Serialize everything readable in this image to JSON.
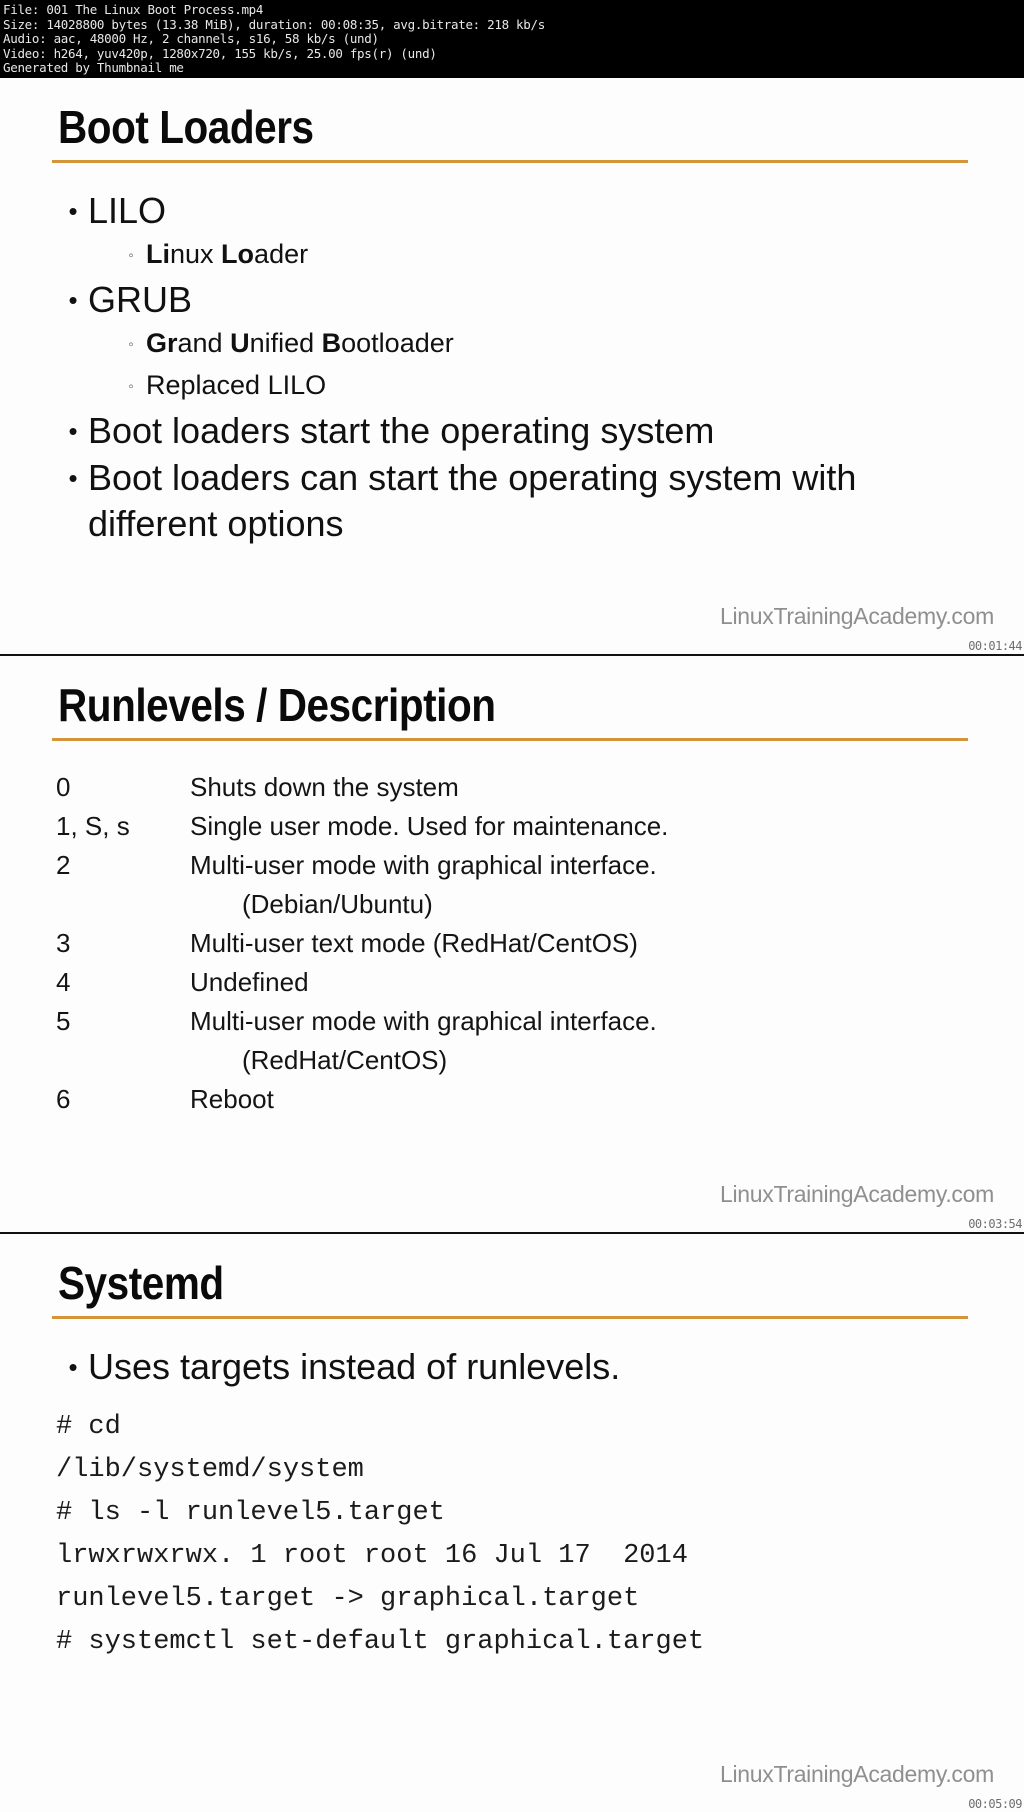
{
  "video_meta": {
    "file_line": "File: 001 The Linux Boot Process.mp4",
    "size_line": "Size: 14028800 bytes (13.38 MiB), duration: 00:08:35, avg.bitrate: 218 kb/s",
    "audio_line": "Audio: aac, 48000 Hz, 2 channels, s16, 58 kb/s (und)",
    "video_line": "Video: h264, yuv420p, 1280x720, 155 kb/s, 25.00 fps(r) (und)",
    "generator_line": "Generated by Thumbnail me"
  },
  "accent_color": "#d4943a",
  "watermark": "LinuxTrainingAcademy.com",
  "slides": [
    {
      "title": "Boot Loaders",
      "timestamp": "00:01:44",
      "bullets": [
        {
          "level": 1,
          "text": "LILO",
          "marker": "•"
        },
        {
          "level": 2,
          "marker": "◦",
          "rich": [
            {
              "t": "Li",
              "bold": true
            },
            {
              "t": "nux ",
              "bold": false
            },
            {
              "t": "Lo",
              "bold": true
            },
            {
              "t": "ader",
              "bold": false
            }
          ]
        },
        {
          "level": 1,
          "text": "GRUB",
          "marker": "•"
        },
        {
          "level": 2,
          "marker": "◦",
          "rich": [
            {
              "t": "Gr",
              "bold": true
            },
            {
              "t": "and ",
              "bold": false
            },
            {
              "t": "U",
              "bold": true
            },
            {
              "t": "nified ",
              "bold": false
            },
            {
              "t": "B",
              "bold": true
            },
            {
              "t": "ootloader",
              "bold": false
            }
          ]
        },
        {
          "level": 2,
          "marker": "◦",
          "rich": [
            {
              "t": "Replaced LILO",
              "bold": false
            }
          ]
        },
        {
          "level": 1,
          "text": "Boot loaders start the operating system",
          "marker": "•"
        },
        {
          "level": 1,
          "text": "Boot loaders can start the operating system with different options",
          "marker": "•"
        }
      ]
    },
    {
      "title": "Runlevels  / Description",
      "timestamp": "00:03:54",
      "runlevels": [
        {
          "level": "0",
          "description": "Shuts down the system",
          "continuation": ""
        },
        {
          "level": "1, S, s",
          "description": "Single user mode.  Used for maintenance.",
          "continuation": ""
        },
        {
          "level": "2",
          "description": "Multi-user mode with graphical interface.",
          "continuation": "(Debian/Ubuntu)"
        },
        {
          "level": "3",
          "description": "Multi-user text mode (RedHat/CentOS)",
          "continuation": ""
        },
        {
          "level": "4",
          "description": "Undefined",
          "continuation": ""
        },
        {
          "level": "5",
          "description": "Multi-user mode with graphical interface.",
          "continuation": "(RedHat/CentOS)"
        },
        {
          "level": "6",
          "description": "Reboot",
          "continuation": ""
        }
      ]
    },
    {
      "title": "Systemd",
      "timestamp": "00:05:09",
      "bullets": [
        {
          "level": 1,
          "text": "Uses targets instead of runlevels.",
          "marker": "•"
        }
      ],
      "code": "# cd\n/lib/systemd/system\n# ls -l runlevel5.target\nlrwxrwxrwx. 1 root root 16 Jul 17  2014\nrunlevel5.target -> graphical.target\n# systemctl set-default graphical.target"
    }
  ]
}
